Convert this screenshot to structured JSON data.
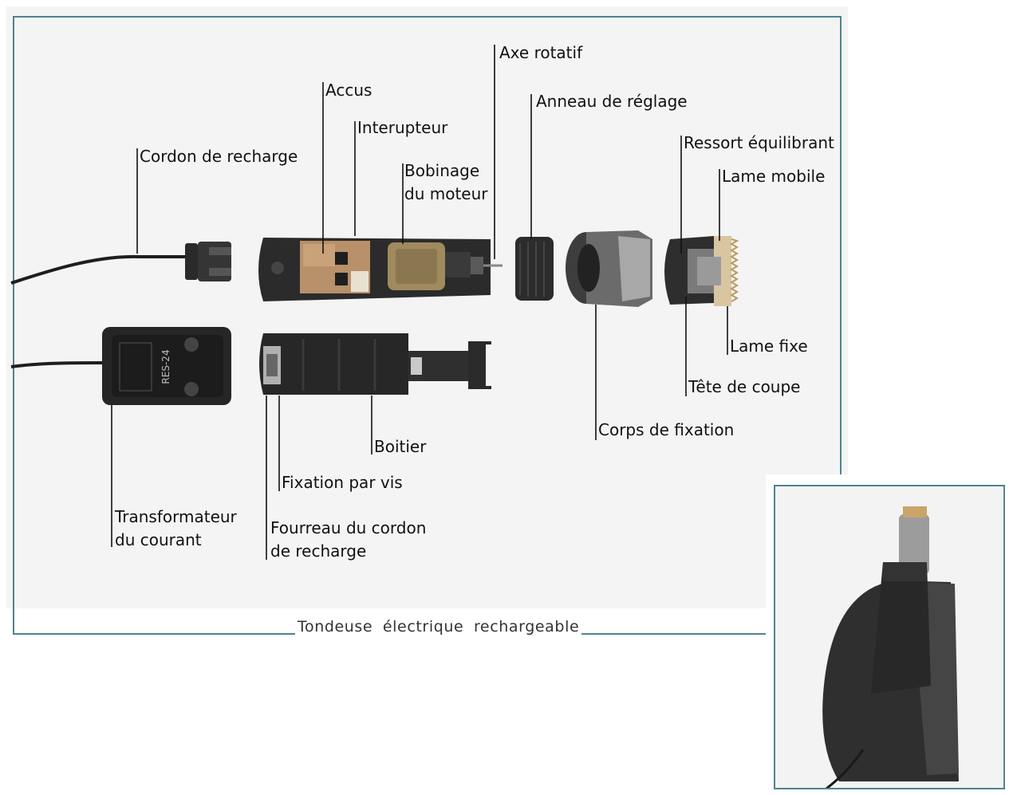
{
  "caption": "Tondeuse électrique rechargeable",
  "labels": {
    "cordon_recharge": "Cordon de recharge",
    "accus": "Accus",
    "interupteur": "Interupteur",
    "bobinage_1": "Bobinage",
    "bobinage_2": "du moteur",
    "axe_rotatif": "Axe rotatif",
    "anneau_reglage": "Anneau de réglage",
    "ressort": "Ressort équilibrant",
    "lame_mobile": "Lame mobile",
    "lame_fixe": "Lame fixe",
    "tete_coupe": "Tête de coupe",
    "corps_fixation": "Corps de fixation",
    "boitier": "Boitier",
    "fixation_vis": "Fixation par vis",
    "transfo_1": "Transformateur",
    "transfo_2": "du courant",
    "fourreau_1": "Fourreau du cordon",
    "fourreau_2": "de recharge"
  },
  "adapter_text": "RES-24",
  "colors": {
    "frame": "#4f8490",
    "panel": "#f4f4f4",
    "plastic": "#2b2b2b",
    "battery": "#b8906a",
    "motor": "#a08a5e",
    "blade": "#d9c6a0"
  }
}
